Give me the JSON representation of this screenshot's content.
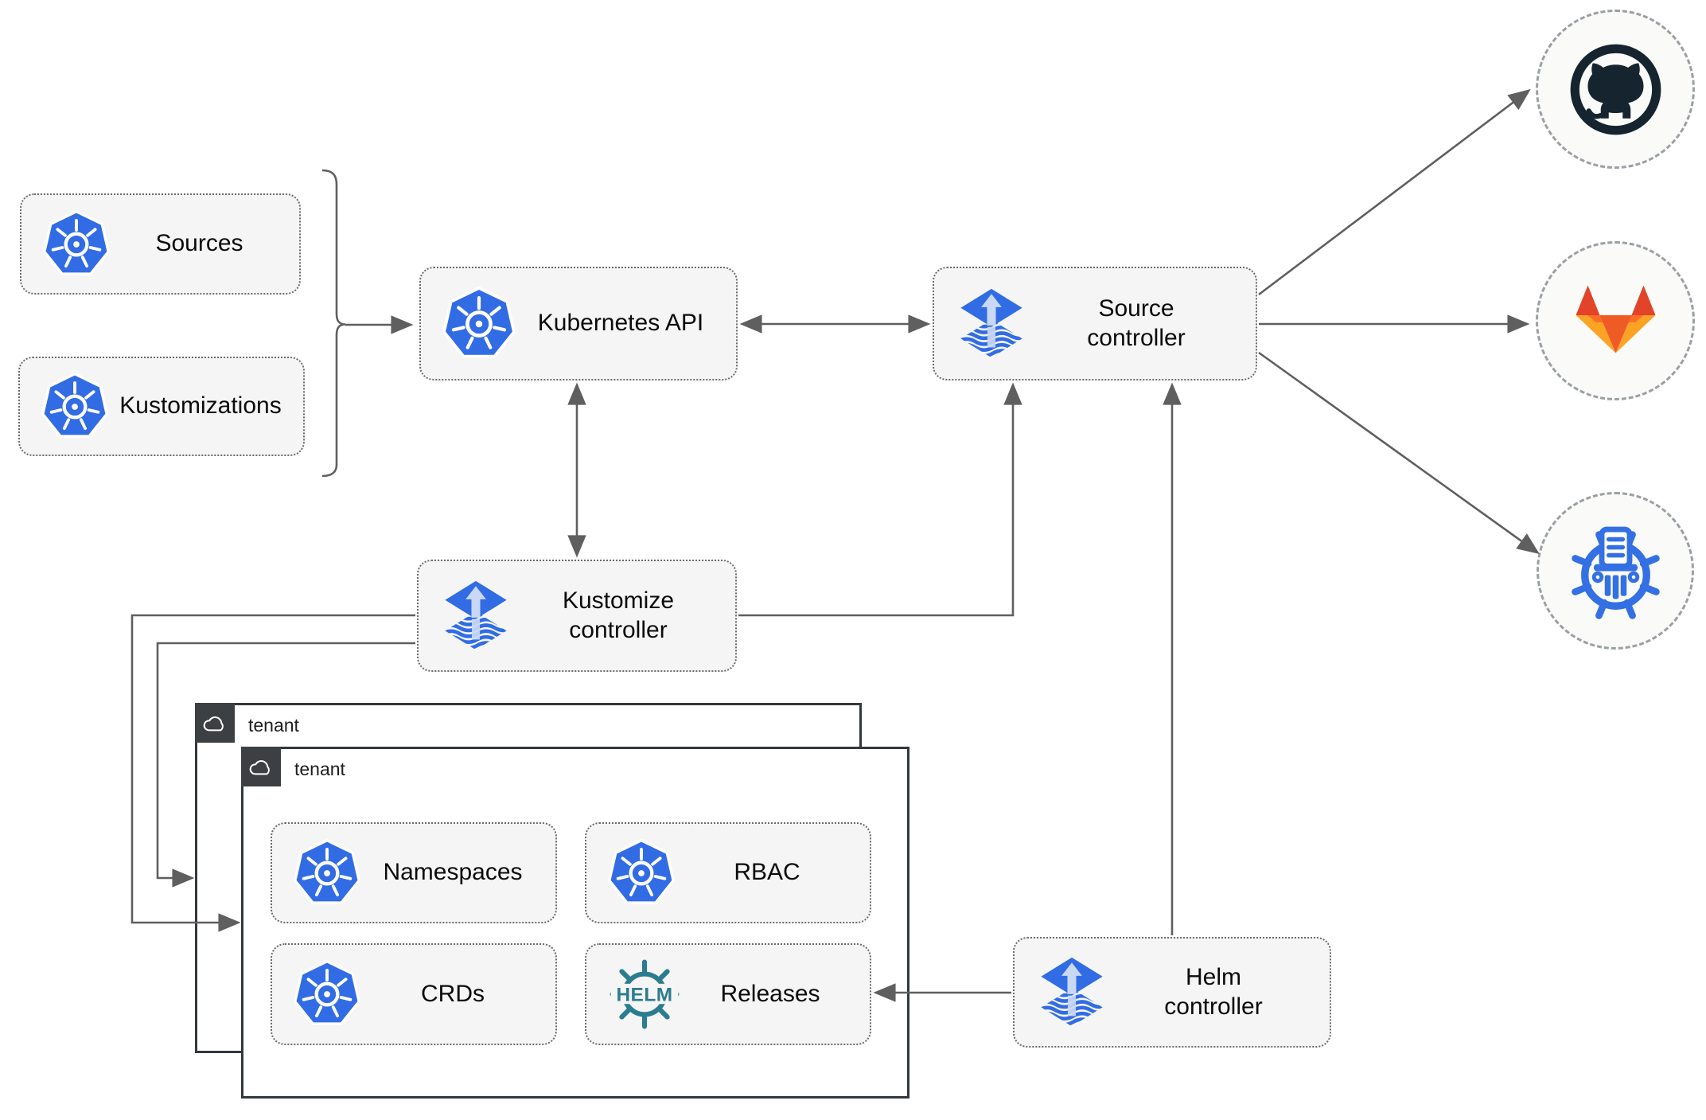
{
  "diagram": {
    "nodes": {
      "sources": {
        "label": "Sources"
      },
      "kustomizations": {
        "label": "Kustomizations"
      },
      "kubernetes_api": {
        "label": "Kubernetes API"
      },
      "source_controller": {
        "label": "Source controller"
      },
      "kustomize_controller": {
        "label": "Kustomize controller"
      },
      "helm_controller": {
        "label": "Helm controller"
      },
      "namespaces": {
        "label": "Namespaces"
      },
      "rbac": {
        "label": "RBAC"
      },
      "crds": {
        "label": "CRDs"
      },
      "releases": {
        "label": "Releases"
      }
    },
    "tenants": {
      "back": {
        "label": "tenant"
      },
      "front": {
        "label": "tenant"
      }
    },
    "helm_logo_text": "HELM",
    "icons": {
      "kubernetes": "kubernetes-wheel",
      "flux": "flux-arrow-diamond",
      "helm": "helm-wheel",
      "github": "github-octocat",
      "gitlab": "gitlab-tanuki",
      "helm_repository": "chartmuseum-wheel",
      "tenant": "cloud"
    },
    "colors": {
      "kubernetes_blue": "#326ce5",
      "flux_blue": "#316ce4",
      "helm_teal": "#2b7c8f",
      "github_dark": "#16242f",
      "gitlab_red": "#e24329",
      "gitlab_orange": "#fc6d26",
      "gitlab_yellow": "#fca326",
      "chartmuseum_blue": "#3370e3",
      "connector_gray": "#5f5f5f",
      "box_fill": "#f5f5f5",
      "tenant_badge": "#3c4043"
    }
  }
}
